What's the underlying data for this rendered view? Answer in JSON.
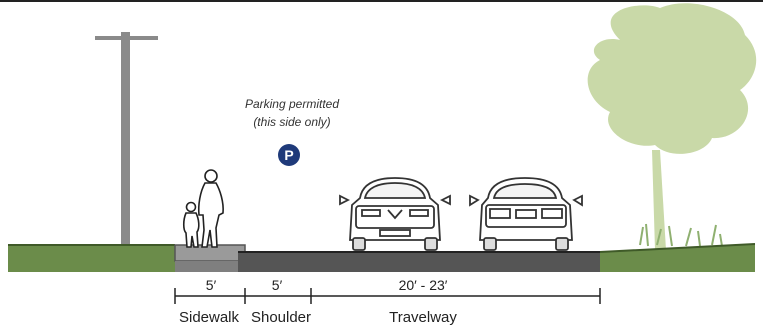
{
  "diagram": {
    "parking_note": {
      "line1": "Parking permitted",
      "line2": "(this side only)"
    },
    "parking_sign": {
      "letter": "P",
      "color": "#1f3a7a",
      "icon": "parking-sign-icon"
    },
    "segments": [
      {
        "label": "Sidewalk",
        "width": "5′"
      },
      {
        "label": "Shoulder",
        "width": "5′"
      },
      {
        "label": "Travelway",
        "width": "20′ - 23′"
      }
    ],
    "colors": {
      "grass": "#6b8c4a",
      "asphalt": "#555555",
      "sidewalk": "#9a9a9a",
      "tree": "#c9d9a8",
      "pole": "#8a8a8a",
      "car_outline": "#333333"
    },
    "icons": [
      "utility-pole-icon",
      "pedestrians-icon",
      "car-front-icon",
      "car-rear-icon",
      "tree-icon"
    ]
  }
}
